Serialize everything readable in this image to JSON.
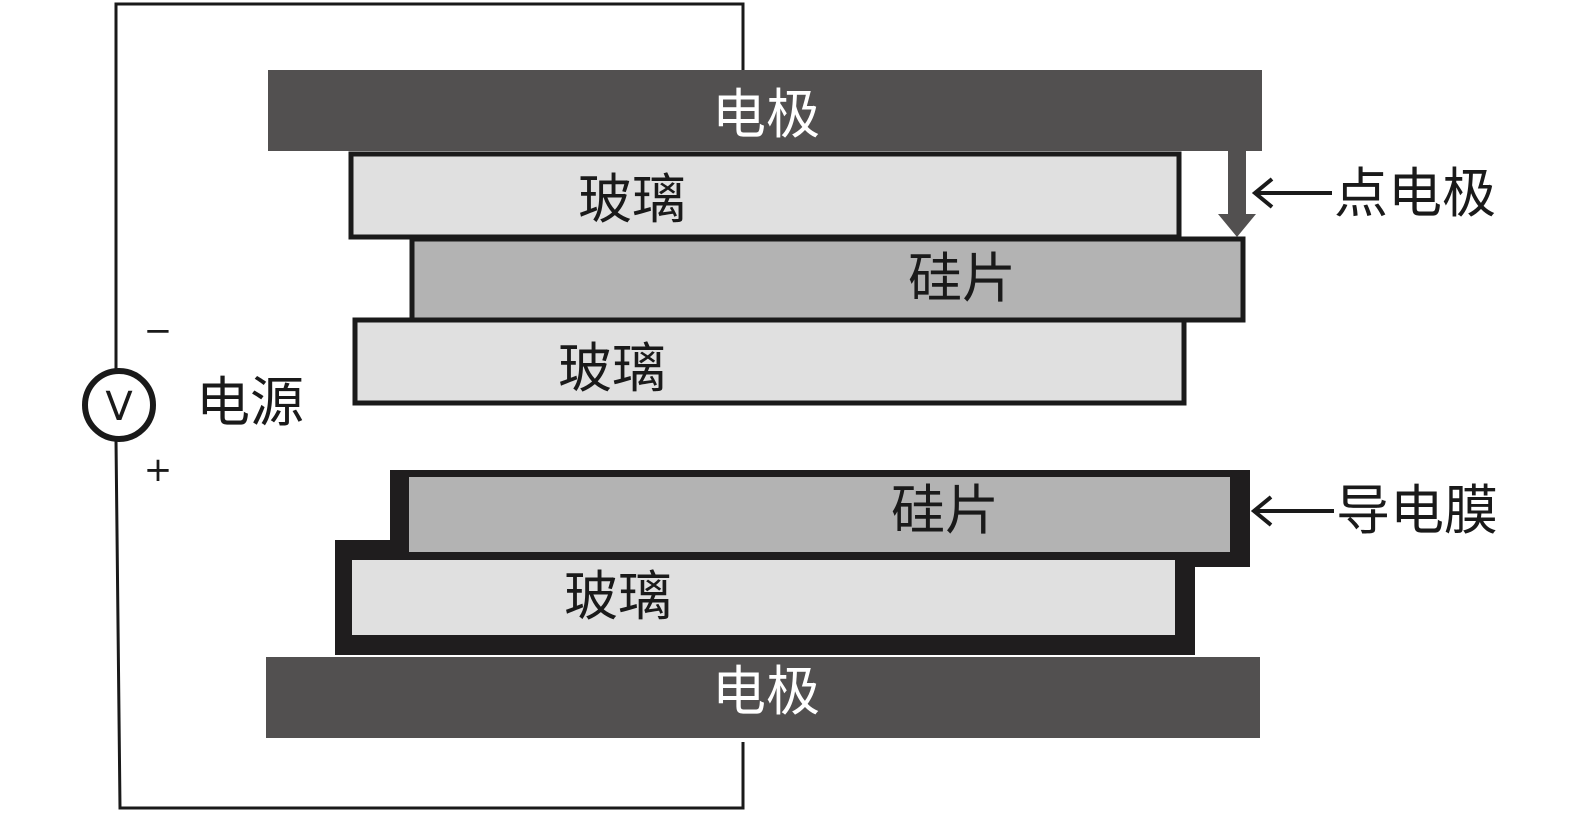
{
  "labels": {
    "top_electrode": "电极",
    "bottom_electrode": "电极",
    "glass_top1": "玻璃",
    "silicon_top": "硅片",
    "glass_top2": "玻璃",
    "silicon_bottom": "硅片",
    "glass_bottom": "玻璃",
    "point_electrode": "点电极",
    "conductive_film": "导电膜",
    "power_supply": "电源",
    "voltmeter_symbol": "V",
    "minus_sign": "−",
    "plus_sign": "+"
  },
  "colors": {
    "electrode": "#525050",
    "glass": "#e0e0e0",
    "silicon": "#b3b3b3",
    "film": "#1f1d1e",
    "line": "#1a1a1a",
    "background": "#ffffff"
  }
}
